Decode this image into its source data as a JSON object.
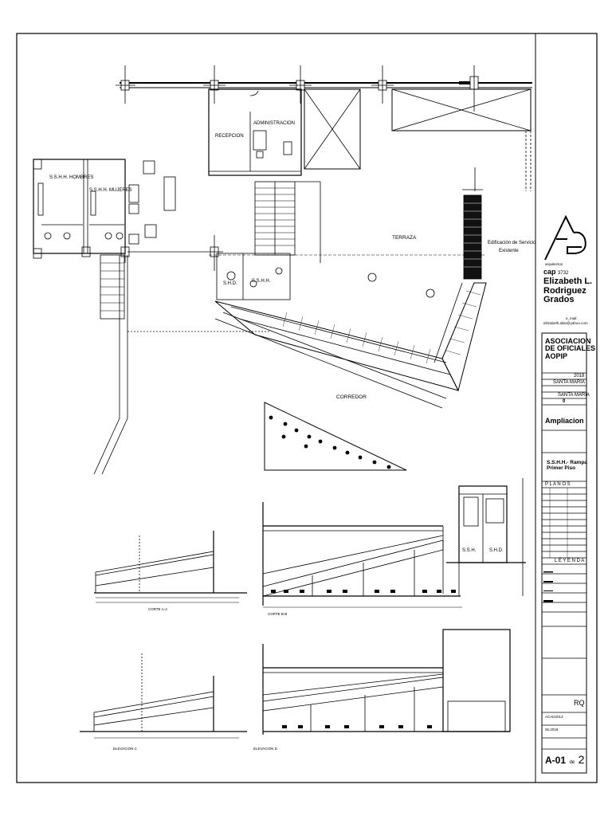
{
  "plan_labels": {
    "recepcion": "RECEPCION",
    "administracion": "ADMINISTRACION",
    "sshh_hombres": "S.S.H.H. HOMBRES",
    "sshh_mujeres": "S.S.H.H. MUJERES",
    "terraza": "TERRAZA",
    "edificacion": [
      "Edificación de Servicio",
      "Existente"
    ],
    "corredor": "CORREDOR",
    "shd": "S.H.D.",
    "sshh": "S.S.H.H."
  },
  "section_labels": {
    "cut_a": "CORTE A-A",
    "cut_b": "CORTE B-B",
    "elev_c": "ELEVACION C",
    "elev_d": "ELEVACION D",
    "sshh": "S.S.H.",
    "shd": "S.H.D."
  },
  "title_block": {
    "logo_sub": "arquitectos",
    "cap_label": "cap",
    "cap_number": "3732",
    "architect": [
      "Elizabeth L.",
      "Rodriguez",
      "Grados"
    ],
    "email_label": "e_mail:",
    "email": "elitzabeth.aldo@yahoo.com",
    "client": [
      "ASOCIACION",
      "DE OFICIALES",
      "AOPIP"
    ],
    "year": "2018",
    "district": "SANTA MARIA",
    "district2": "SANTA MARIA",
    "number": "0",
    "project": "Ampliacion",
    "sheet_title": [
      "S.S.H.H.- Rampa",
      "Primer Piso"
    ],
    "planos_header": "P L A N O S",
    "leyenda_header": "L E Y E N D A",
    "initials": "RQ",
    "scale": "ACAD2013",
    "date": "06.2018",
    "sheet_code": "A-01",
    "sheet_of": "de",
    "sheet_total": "2"
  }
}
